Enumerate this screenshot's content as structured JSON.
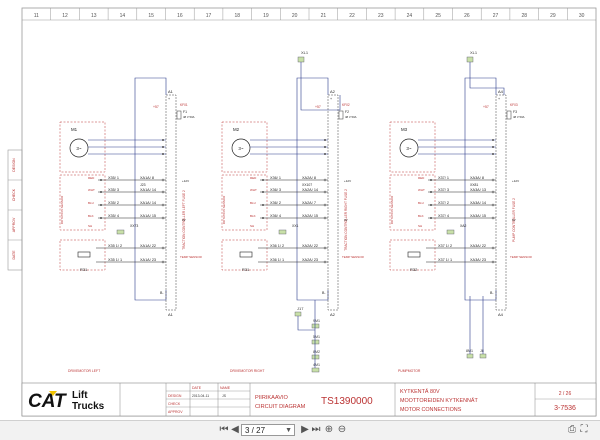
{
  "columns": [
    "11",
    "12",
    "13",
    "14",
    "15",
    "16",
    "17",
    "18",
    "19",
    "20",
    "21",
    "22",
    "23",
    "24",
    "25",
    "26",
    "27",
    "28",
    "29",
    "30"
  ],
  "title_block": {
    "logo_word": "CAT",
    "logo_sub1": "Lift",
    "logo_sub2": "Trucks",
    "labels": [
      "DESIGN",
      "CHECK",
      "APPROV"
    ],
    "date_label": "DATE",
    "name_label": "NAME",
    "design_date": "2013-04-11",
    "design_name": "JS",
    "finnish_title": "PIIRIKAAVIO",
    "english_title": "CIRCUIT DIAGRAM",
    "drawing_no": "TS1390000",
    "desc_line1": "KYTKENTÄ 80V",
    "desc_line2": "MOOTTOREIDEN KYTKENNÄT",
    "desc_line3": "MOTOR CONNECTIONS",
    "sheet": "2 / 26",
    "sheet_no": "3-7536"
  },
  "side_labels": [
    "DESIGN",
    "CHECK",
    "APPROV",
    "DATE"
  ],
  "wire_labels": {
    "pos": "+",
    "neg": "B-",
    "p57": "+57"
  },
  "sections": [
    {
      "motor": "M1",
      "controller": "A1",
      "ctrl_code": "KF01",
      "fuse": "F1",
      "fuse_val": "48 V 50A",
      "label_bot": "A1",
      "side_text": "TRACTION CONTROLLER LEFT FUSE 2",
      "encoder": "ROTATION SENSOR",
      "terminals": [
        {
          "x": "X35/ 1",
          "a": "XA1A/ 8"
        },
        {
          "x": "X35/ 3",
          "a": "XA1A/ 14"
        },
        {
          "x": "X35/ 2",
          "a": "XA1A/ 14"
        },
        {
          "x": "X35/ 4",
          "a": "XA1A/ 15"
        },
        {
          "x": "X35  1/ 2",
          "a": "XA1A/ 22"
        },
        {
          "x": "X35  1/ 1",
          "a": "XA1A/ 23"
        }
      ],
      "wires": [
        "RED",
        "WHT",
        "BLU",
        "BLK",
        "SH"
      ],
      "resistor": "R31",
      "temp": "TEMP SENSOR",
      "vplus": "+12V",
      "vzero": "0V",
      "extra": "XX73",
      "extra2": "J23",
      "bottom_caption": "DRIVEMOTOR LEFT"
    },
    {
      "motor": "M2",
      "controller": "A2",
      "ctrl_code": "KF02",
      "fuse": "F2",
      "fuse_val": "48 V 50A",
      "label_bot": "A2",
      "side_text": "TRACTION CONTROLLER RIGHT FUSE 2",
      "encoder": "ROTATION SENSOR",
      "terminals": [
        {
          "x": "X36/ 1",
          "a": "XA2A/ 8"
        },
        {
          "x": "X36/ 3",
          "a": "XA2A/ 14"
        },
        {
          "x": "X36/ 2",
          "a": "XA2A/ 7"
        },
        {
          "x": "X36/ 4",
          "a": "XA2A/ 15"
        },
        {
          "x": "X36  1/ 2",
          "a": "XA2A/ 22"
        },
        {
          "x": "X36  1/ 1",
          "a": "XA2A/ 23"
        }
      ],
      "wires": [
        "RED",
        "WHT",
        "BLU",
        "BLK",
        "SH"
      ],
      "resistor": "R31",
      "temp": "TEMP SENSOR",
      "vplus": "+12V",
      "vzero": "0V",
      "extra": "XX1",
      "extra2": "XX107",
      "bottom_caption": "DRIVEMOTOR RIGHT"
    },
    {
      "motor": "M3",
      "controller": "A4",
      "ctrl_code": "KF03",
      "fuse": "F3",
      "fuse_val": "48 V 50A",
      "label_bot": "A4",
      "side_text": "PUMP CONTROLLER FUSE 2",
      "encoder": "ROTATION SENSOR",
      "terminals": [
        {
          "x": "X37/ 1",
          "a": "XA3A/ 8"
        },
        {
          "x": "X37/ 3",
          "a": "XA3A/ 13"
        },
        {
          "x": "X37/ 2",
          "a": "XA3A/ 14"
        },
        {
          "x": "X37/ 4",
          "a": "XA3A/ 15"
        },
        {
          "x": "X37  1/ 2",
          "a": "XA3A/ 22"
        },
        {
          "x": "X37  1/ 1",
          "a": "XA3A/ 23"
        }
      ],
      "wires": [
        "RED",
        "WHT",
        "BLU",
        "BLK",
        "SH"
      ],
      "resistor": "R32",
      "temp": "TEMP SENSOR",
      "vplus": "+12V",
      "vzero": "0V",
      "extra": "XA2",
      "extra2": "XX81",
      "bottom_caption": "PUMPMOTOR"
    }
  ],
  "refs": {
    "top1": "XL1",
    "top2": "XL1",
    "j17": "J17",
    "mid": [
      "9M1",
      "5M1",
      "8M2",
      "4M1"
    ],
    "bot_right": [
      "8M1",
      "J8"
    ]
  },
  "viewer": {
    "page_value": "3 / 27"
  }
}
